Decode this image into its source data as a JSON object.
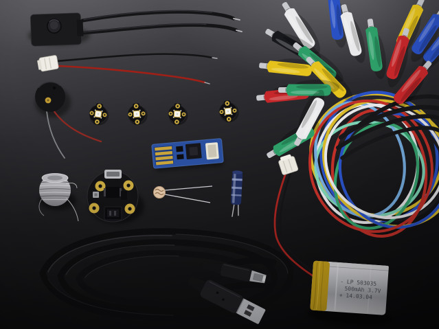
{
  "scene": {
    "type": "product-photo",
    "subject": "Wearable electronics starter kit parts arranged on a dark studio background",
    "background": {
      "top_color": "#57575b",
      "bottom_color": "#0a0a0c"
    }
  },
  "battery": {
    "label_lines": [
      "- LP 503035",
      "500mAh 3.7V",
      "+ 14.03.04"
    ],
    "body_color": "#c6c7cc",
    "tape_color": "#c9a21a"
  },
  "components": [
    {
      "name": "tactile-on-off-switch",
      "color": "#1b1b1e"
    },
    {
      "name": "jst-extension-wire",
      "wire_colors": [
        "#a02018",
        "#141416"
      ]
    },
    {
      "name": "piezo-buzzer",
      "color": "#141416",
      "dot_color": "#bf9a33"
    },
    {
      "name": "neopixel-sequin",
      "count": 4,
      "pad_color": "#c6a63e",
      "led_color": "#f4f2ec"
    },
    {
      "name": "usb-lipo-charger",
      "pcb_color": "#2a4f9e",
      "finger_color": "#c9a43b"
    },
    {
      "name": "conductive-thread-bobbin",
      "color": "#b0b0b4"
    },
    {
      "name": "gemma-wearable-microcontroller",
      "pcb_color": "#121215",
      "pad_color": "#c6a63e"
    },
    {
      "name": "photoresistor",
      "color": "#dcc0a2"
    },
    {
      "name": "electrolytic-capacitor",
      "color": "#1f2c5e"
    },
    {
      "name": "alligator-clip-test-leads",
      "clip_count_visible": 17
    },
    {
      "name": "usb-a-to-mini-b-cable",
      "color": "#0e0e10"
    },
    {
      "name": "jst-battery-connector",
      "color": "#eae7df"
    },
    {
      "name": "lipo-battery-500mah"
    }
  ],
  "palette": {
    "clip_colors": [
      "#17181b",
      "#e9e9eb",
      "#2e9e68",
      "#e6c31c",
      "#2a51c4",
      "#c5272a"
    ],
    "wire_loop_colors": [
      "#d8b92a",
      "#2a51c4",
      "#e6e6e8",
      "#1c1c1f",
      "#c03028",
      "#7bd2b4",
      "#74aadc",
      "#35a06c"
    ],
    "gold_pad": "#c6a63e",
    "silver": "#c2c4c8"
  }
}
